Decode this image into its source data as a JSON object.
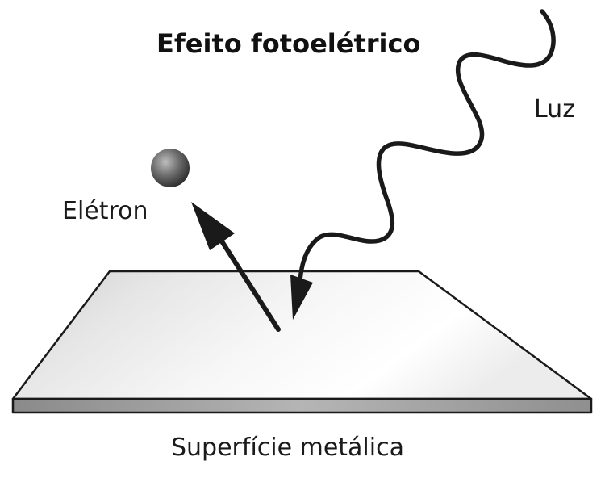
{
  "diagram": {
    "title": "Efeito fotoelétrico",
    "light_label": "Luz",
    "electron_label": "Elétron",
    "surface_label": "Superfície metálica"
  }
}
